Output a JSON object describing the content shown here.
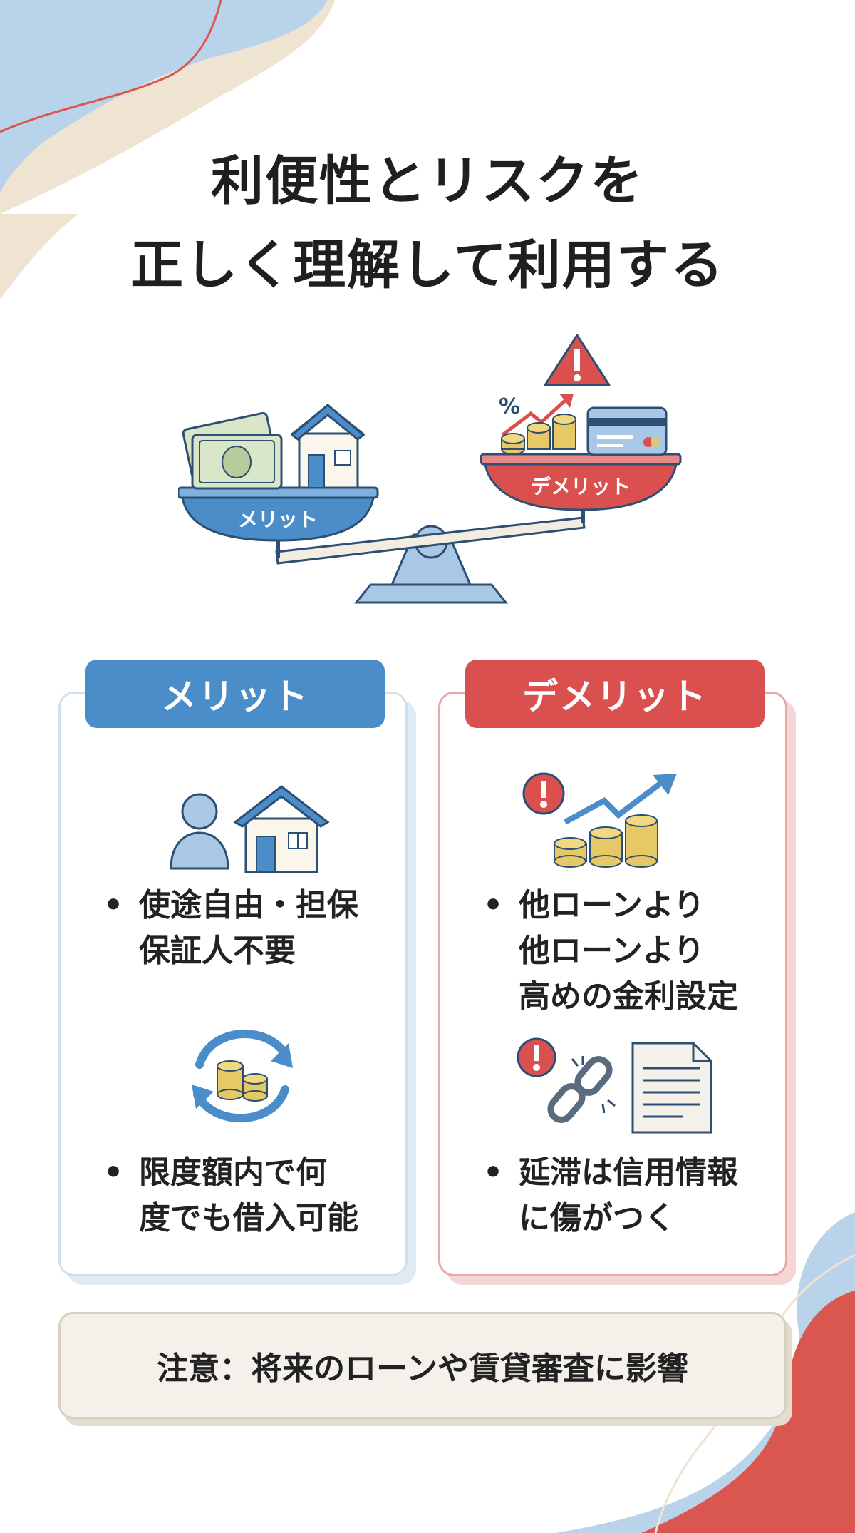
{
  "title": {
    "line1": "利便性とリスクを",
    "line2": "正しく理解して利用する"
  },
  "scale": {
    "left_label": "メリット",
    "right_label": "デメリット",
    "percent_symbol": "%"
  },
  "merit": {
    "header": "メリット",
    "items": [
      {
        "bullet": "•",
        "lines": [
          "使途自由・担保",
          "保証人不要"
        ]
      },
      {
        "bullet": "•",
        "lines": [
          "限度額内で何",
          "度でも借入可能"
        ]
      }
    ]
  },
  "demerit": {
    "header": "デメリット",
    "items": [
      {
        "bullet": "•",
        "lines": [
          "他ローンより",
          "他ローンより",
          "高めの金利設定"
        ]
      },
      {
        "bullet": "•",
        "lines": [
          "延滞は信用情報",
          "に傷がつく"
        ]
      }
    ]
  },
  "notice": "注意：将来のローンや賃貸審査に影響",
  "colors": {
    "merit_blue": "#4a8dc9",
    "demerit_red": "#d9504f",
    "bg_blue": "#b9d3ea",
    "bg_beige": "#efe3d2",
    "bg_red": "#d9574f"
  },
  "icons": [
    "money-icon",
    "house-icon",
    "warning-icon",
    "rising-chart-icon",
    "coins-icon",
    "credit-card-icon",
    "person-icon",
    "refresh-arrows-icon",
    "broken-chain-icon",
    "document-icon"
  ]
}
